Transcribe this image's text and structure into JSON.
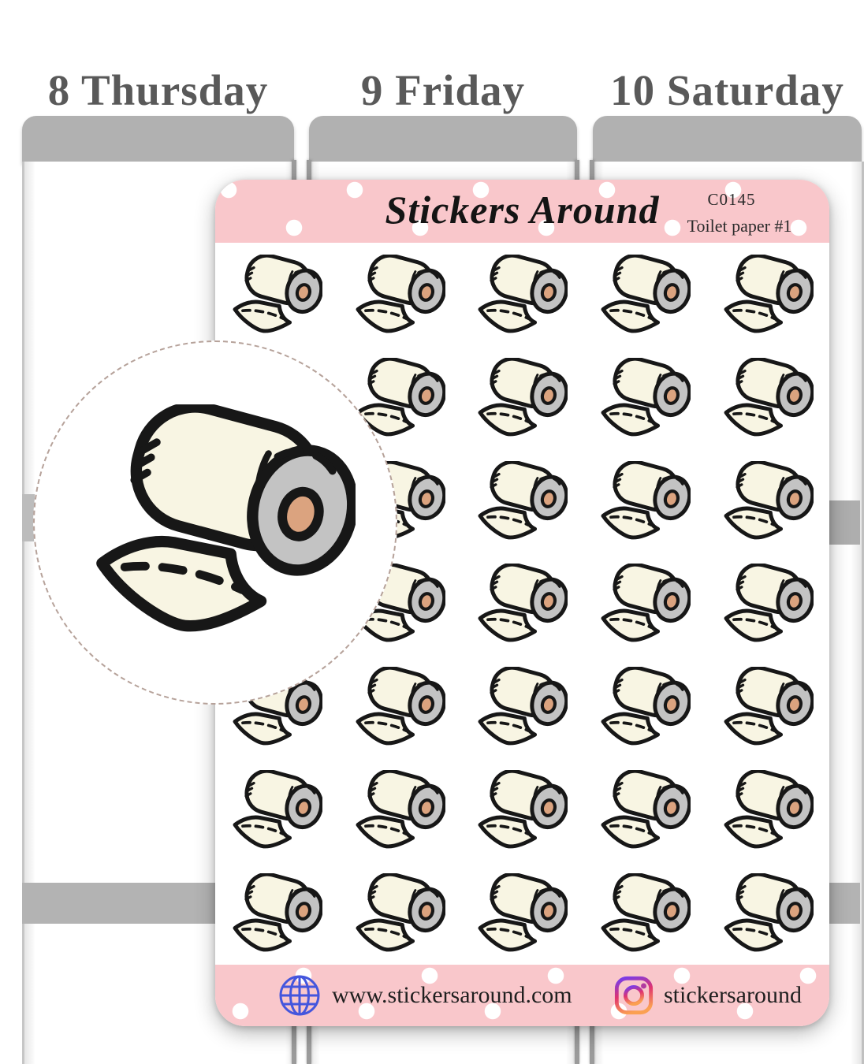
{
  "planner_background": {
    "days": [
      {
        "label": "8 Thursday"
      },
      {
        "label": "9 Friday"
      },
      {
        "label": "10 Saturday"
      }
    ]
  },
  "sticker_sheet": {
    "brand": "Stickers Around",
    "code": "C0145",
    "product_name": "Toilet paper #1",
    "grid": {
      "rows": 7,
      "cols": 5,
      "total_stickers": 35,
      "icon": "toilet-paper-roll-icon"
    },
    "footer": {
      "website": "www.stickersaround.com",
      "instagram_handle": "stickersaround"
    },
    "colors": {
      "band_pink": "#f9c7cb",
      "polka_dot": "#ffffff",
      "sticker_paper_cream": "#f8f5e3",
      "sticker_cap_gray": "#c3c3c3",
      "sticker_core_tan": "#dba37f",
      "sticker_outline": "#171717",
      "globe_blue": "#4456dd",
      "instagram_gradient": [
        "#7a3ce8",
        "#e0336f",
        "#fba052"
      ],
      "planner_gray": "#b1b1b1",
      "day_title_gray": "#595959",
      "magnifier_dash": "#b6a29a"
    }
  },
  "magnifier": {
    "icon": "toilet-paper-roll-icon"
  }
}
